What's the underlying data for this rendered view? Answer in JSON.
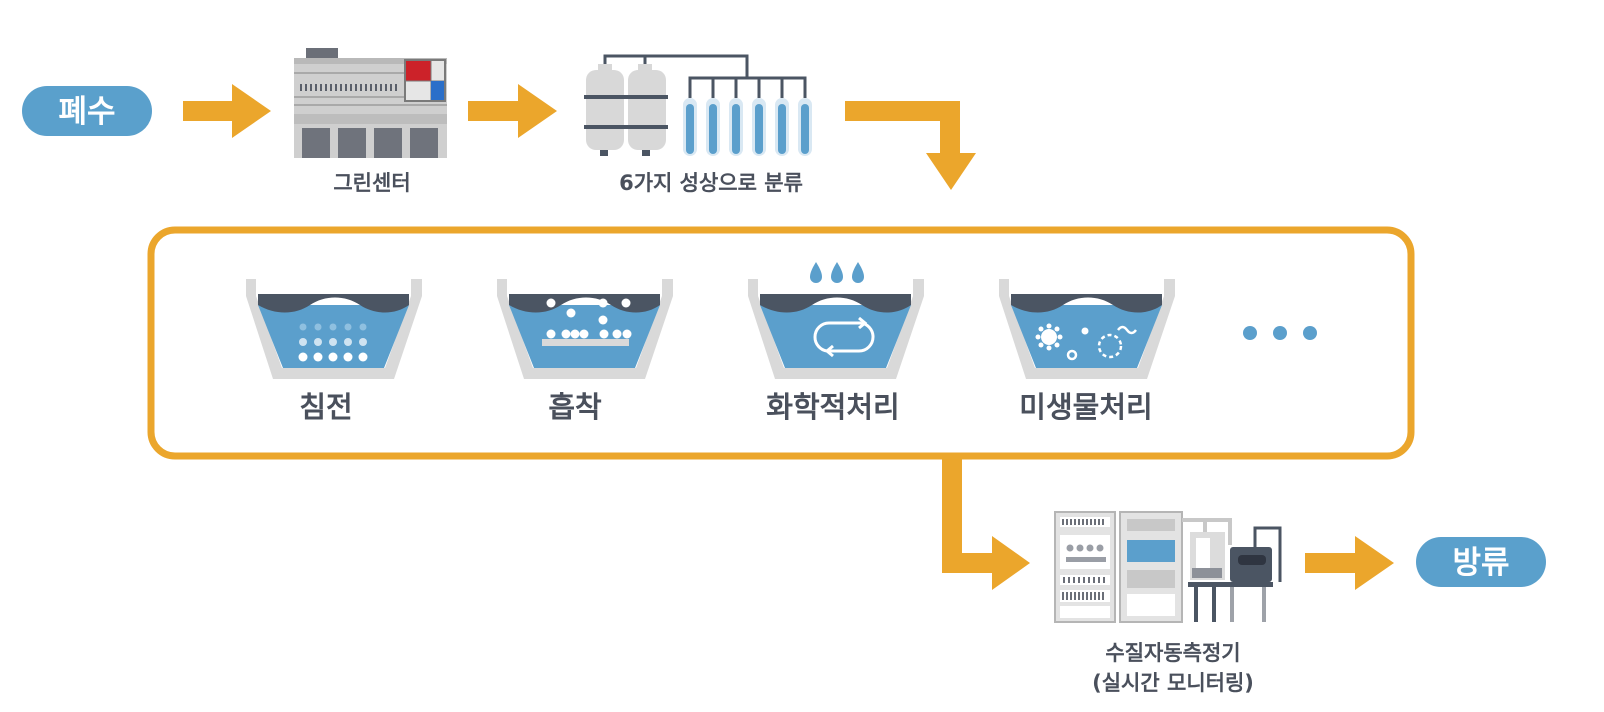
{
  "start_label": "폐수",
  "end_label": "방류",
  "steps": [
    {
      "label": "그린센터"
    },
    {
      "label": "6가지 성상으로 분류"
    }
  ],
  "treatments": [
    {
      "label": "침전"
    },
    {
      "label": "흡착"
    },
    {
      "label": "화학적처리"
    },
    {
      "label": "미생물처리"
    }
  ],
  "monitor": {
    "line1": "수질자동측정기",
    "line2": "(실시간 모니터링)"
  },
  "colors": {
    "pill": "#5aa0cc",
    "arrow": "#eba62c",
    "water": "#5b9fcc",
    "dark": "#4b5563",
    "tank_frame": "#d9d9d9"
  }
}
